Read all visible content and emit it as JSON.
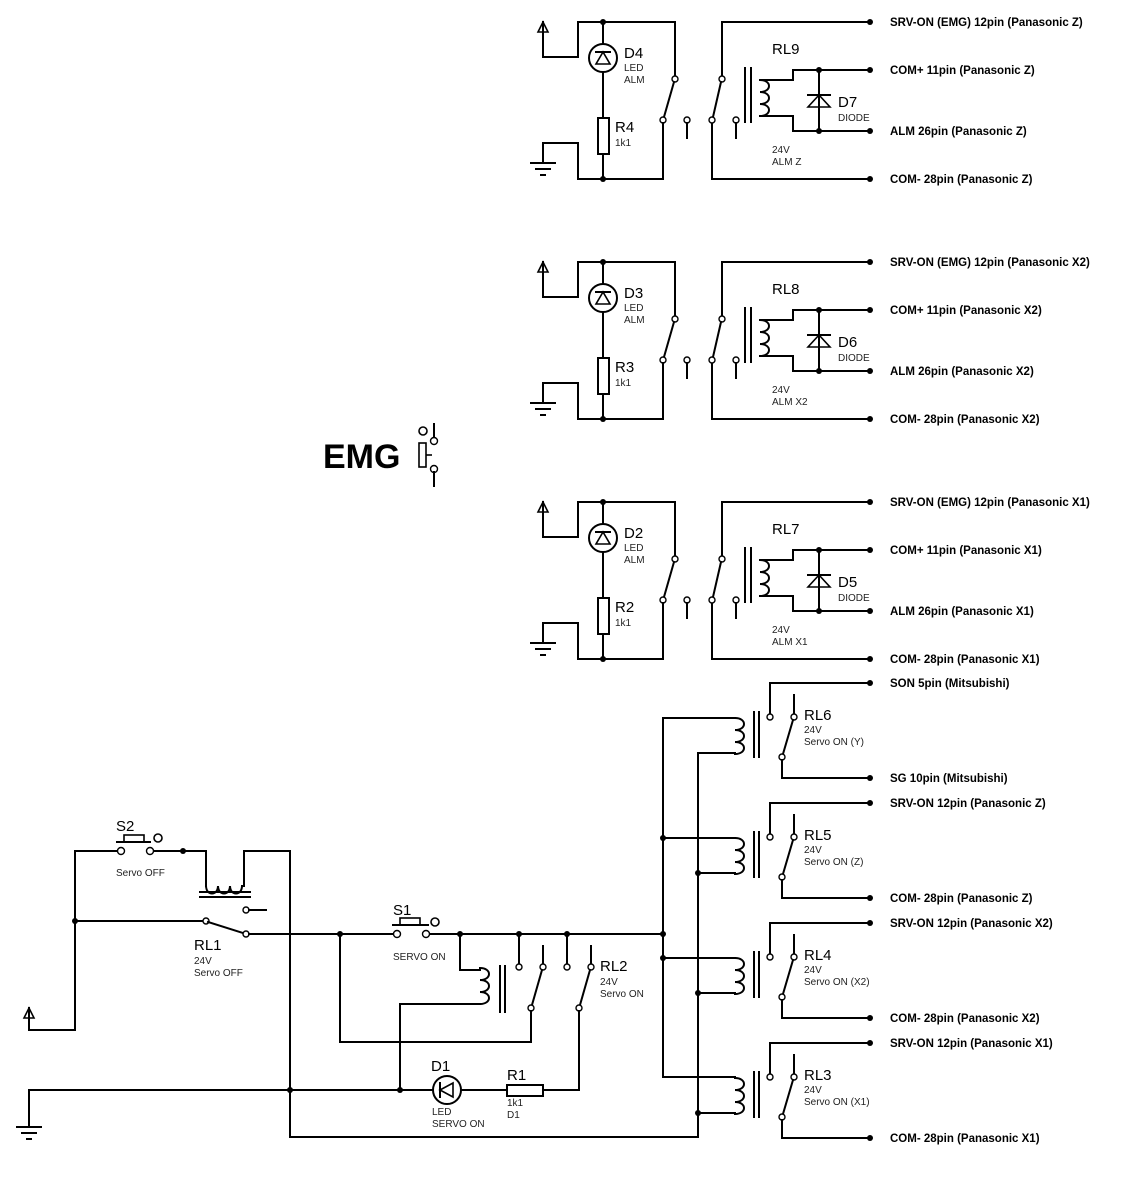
{
  "title": "EMG",
  "alarm_blocks": [
    {
      "led": {
        "ref": "D4",
        "type": "LED",
        "label": "ALM"
      },
      "resistor": {
        "ref": "R4",
        "value": "1k1"
      },
      "relay": {
        "ref": "RL9",
        "voltage": "24V",
        "label": "ALM Z"
      },
      "diode": {
        "ref": "D7",
        "type": "DIODE"
      },
      "connectors": [
        "SRV-ON (EMG) 12pin (Panasonic Z)",
        "COM+ 11pin (Panasonic Z)",
        "ALM 26pin (Panasonic Z)",
        "COM- 28pin (Panasonic Z)"
      ]
    },
    {
      "led": {
        "ref": "D3",
        "type": "LED",
        "label": "ALM"
      },
      "resistor": {
        "ref": "R3",
        "value": "1k1"
      },
      "relay": {
        "ref": "RL8",
        "voltage": "24V",
        "label": "ALM X2"
      },
      "diode": {
        "ref": "D6",
        "type": "DIODE"
      },
      "connectors": [
        "SRV-ON (EMG) 12pin (Panasonic X2)",
        "COM+ 11pin (Panasonic X2)",
        "ALM 26pin (Panasonic X2)",
        "COM- 28pin (Panasonic X2)"
      ]
    },
    {
      "led": {
        "ref": "D2",
        "type": "LED",
        "label": "ALM"
      },
      "resistor": {
        "ref": "R2",
        "value": "1k1"
      },
      "relay": {
        "ref": "RL7",
        "voltage": "24V",
        "label": "ALM X1"
      },
      "diode": {
        "ref": "D5",
        "type": "DIODE"
      },
      "connectors": [
        "SRV-ON (EMG) 12pin (Panasonic X1)",
        "COM+ 11pin (Panasonic X1)",
        "ALM 26pin (Panasonic X1)",
        "COM- 28pin (Panasonic X1)"
      ]
    }
  ],
  "servo_relays": [
    {
      "ref": "RL6",
      "voltage": "24V",
      "label": "Servo ON (Y)",
      "top": "SON 5pin (Mitsubishi)",
      "bottom": "SG 10pin (Mitsubishi)"
    },
    {
      "ref": "RL5",
      "voltage": "24V",
      "label": "Servo ON (Z)",
      "top": "SRV-ON 12pin (Panasonic Z)",
      "bottom": "COM- 28pin (Panasonic Z)"
    },
    {
      "ref": "RL4",
      "voltage": "24V",
      "label": "Servo ON (X2)",
      "top": "SRV-ON 12pin (Panasonic X2)",
      "bottom": "COM- 28pin (Panasonic X2)"
    },
    {
      "ref": "RL3",
      "voltage": "24V",
      "label": "Servo ON (X1)",
      "top": "SRV-ON 12pin (Panasonic X1)",
      "bottom": "COM- 28pin (Panasonic X1)"
    }
  ],
  "control": {
    "s2": {
      "ref": "S2",
      "label": "Servo OFF"
    },
    "rl1": {
      "ref": "RL1",
      "voltage": "24V",
      "label": "Servo OFF"
    },
    "s1": {
      "ref": "S1",
      "label": "SERVO ON"
    },
    "rl2": {
      "ref": "RL2",
      "voltage": "24V",
      "label": "Servo ON"
    },
    "d1": {
      "ref": "D1",
      "type": "LED",
      "label": "SERVO ON"
    },
    "r1": {
      "ref": "R1",
      "value": "1k1",
      "note": "D1"
    }
  }
}
